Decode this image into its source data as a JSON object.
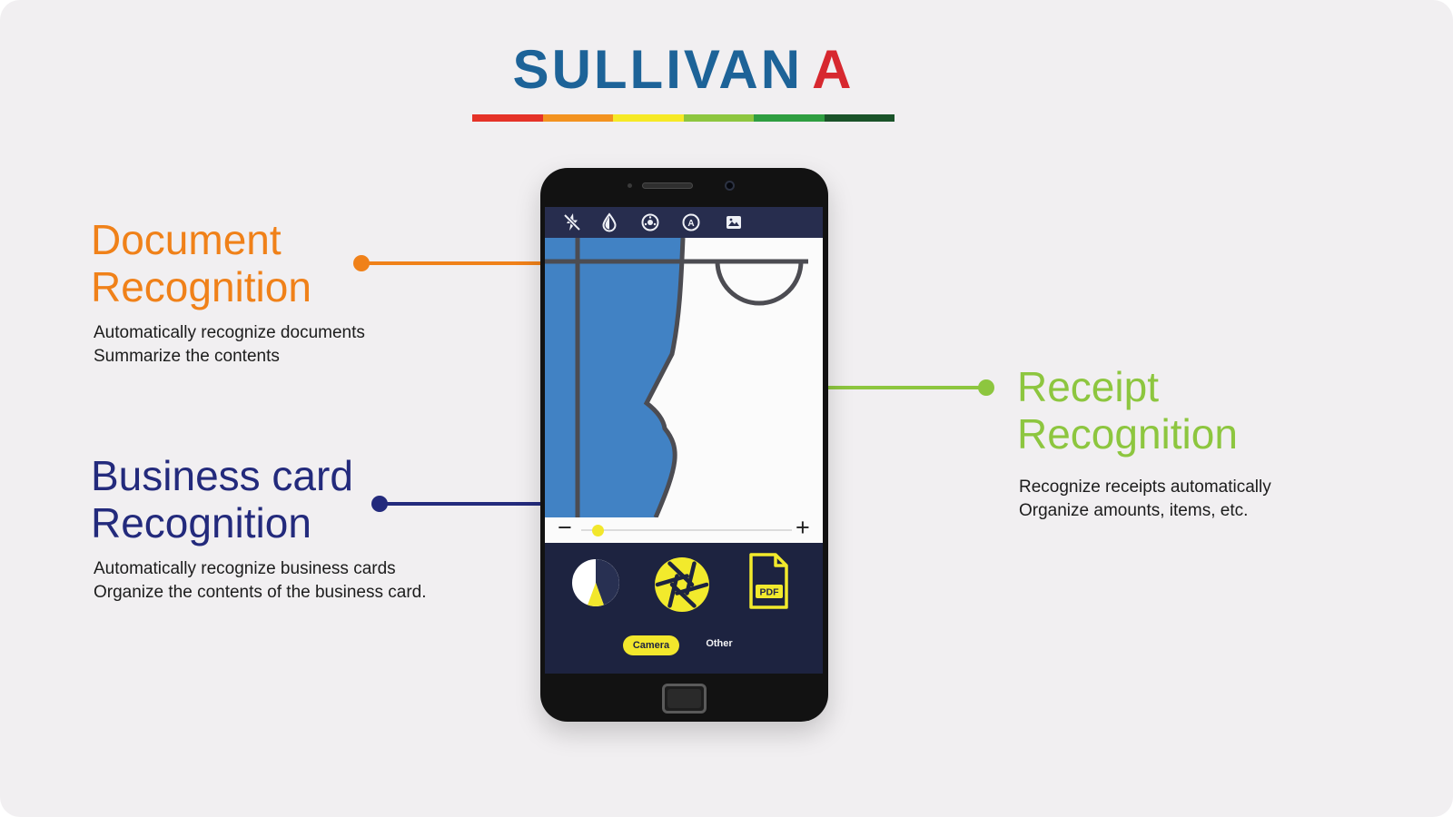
{
  "header": {
    "brand": "SULLIVAN",
    "brand_suffix": "A",
    "brand_color": "#1d6398",
    "suffix_color": "#d7282f",
    "stripe_colors": [
      "#e53228",
      "#f3921f",
      "#f6e926",
      "#8dc63f",
      "#2f9e41",
      "#1a5329"
    ]
  },
  "callouts": {
    "document": {
      "title_lines": [
        "Document",
        "Recognition"
      ],
      "desc_lines": [
        "Automatically recognize documents",
        "Summarize the contents"
      ],
      "accent": "#f08119"
    },
    "business_card": {
      "title_lines": [
        "Business card",
        "Recognition"
      ],
      "desc_lines": [
        "Automatically recognize business cards",
        "Organize the contents of the business card."
      ],
      "accent": "#232a7c"
    },
    "receipt": {
      "title_lines": [
        "Receipt",
        "Recognition"
      ],
      "desc_lines": [
        "Recognize receipts automatically",
        "Organize amounts, items, etc."
      ],
      "accent": "#8dc63f"
    }
  },
  "phone": {
    "top_icons": [
      "flash-off",
      "contrast",
      "white-balance",
      "auto-mode",
      "gallery"
    ],
    "auto_glyph": "A",
    "zoom": {
      "minus_label": "−",
      "plus_label": "+"
    },
    "controls": {
      "camera_button": "Camera",
      "other_button": "Other",
      "pdf_label": "PDF"
    }
  }
}
